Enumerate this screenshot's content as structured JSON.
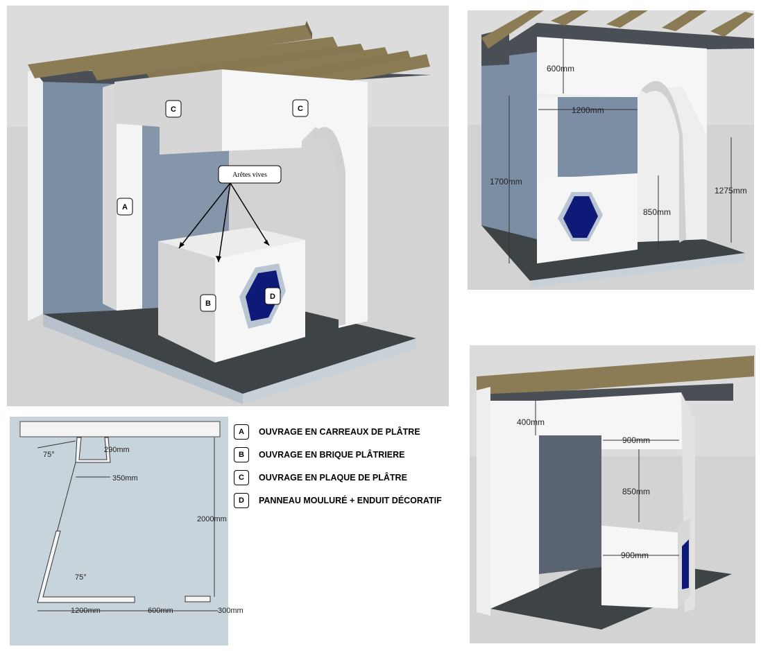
{
  "main_view": {
    "tags": {
      "a": "A",
      "b": "B",
      "c1": "C",
      "c2": "C",
      "d": "D"
    },
    "callout": "Arêtes vives"
  },
  "top_right_view": {
    "dims": [
      "600mm",
      "1200mm",
      "1700mm",
      "1275mm",
      "850mm"
    ]
  },
  "bottom_right_view": {
    "dims": [
      "400mm",
      "900mm",
      "850mm",
      "900mm"
    ]
  },
  "plan_view": {
    "dims": [
      "75°",
      "290mm",
      "350mm",
      "2000mm",
      "75°",
      "1200mm",
      "600mm",
      "300mm"
    ]
  },
  "legend": [
    {
      "key": "A",
      "text": "OUVRAGE EN CARREAUX DE PLÂTRE"
    },
    {
      "key": "B",
      "text": "OUVRAGE EN BRIQUE PLÂTRIERE"
    },
    {
      "key": "C",
      "text": "OUVRAGE EN PLAQUE DE PLÂTRE"
    },
    {
      "key": "D",
      "text": "PANNEAU MOULURÉ + ENDUIT DÉCORATIF"
    }
  ],
  "colors": {
    "wall_blue": "#7d8fa5",
    "floor": "#3f4447",
    "beam": "#8a7b55",
    "hex_blue": "#0f1a78",
    "plaster": "#f4f4f4",
    "plan_bg": "#c8d4dc"
  }
}
